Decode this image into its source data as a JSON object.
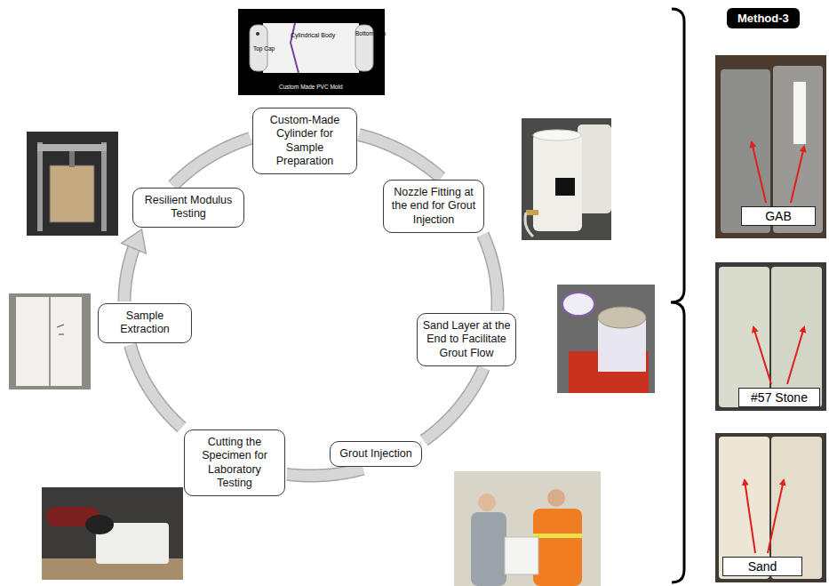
{
  "diagram": {
    "nodes": [
      {
        "text": [
          "Custom-Made Cylinder for Sample Preparation"
        ]
      },
      {
        "text": [
          "Nozzle Fitting at the end for Grout Injection"
        ]
      },
      {
        "text": [
          "Sand Layer at the End to Facilitate Grout Flow"
        ]
      },
      {
        "text": [
          "Grout Injection"
        ]
      },
      {
        "text": [
          "Cutting the Specimen for Laboratory Testing"
        ]
      },
      {
        "text": [
          "Sample Extraction"
        ]
      },
      {
        "text": [
          "Resilient Modulus Testing"
        ]
      },
      {
        "text": [
          "Method-3"
        ]
      },
      {
        "text": [
          "GAB"
        ]
      },
      {
        "text": [
          "#57 Stone"
        ]
      },
      {
        "text": [
          "Sand"
        ]
      }
    ],
    "edges": [
      {
        "from": 0,
        "to": 1,
        "arrow": "none"
      },
      {
        "from": 1,
        "to": 2,
        "arrow": "none"
      },
      {
        "from": 2,
        "to": 3,
        "arrow": "none"
      },
      {
        "from": 3,
        "to": 4,
        "arrow": "none"
      },
      {
        "from": 4,
        "to": 5,
        "arrow": "none"
      },
      {
        "from": 5,
        "to": 6,
        "arrow": "to"
      },
      {
        "from": 6,
        "to": 0,
        "arrow": "none"
      }
    ],
    "labels": [
      "Top Cap",
      "Cylindrical Body",
      "Bottom Cap",
      "Custom Made PVC Mold"
    ]
  }
}
